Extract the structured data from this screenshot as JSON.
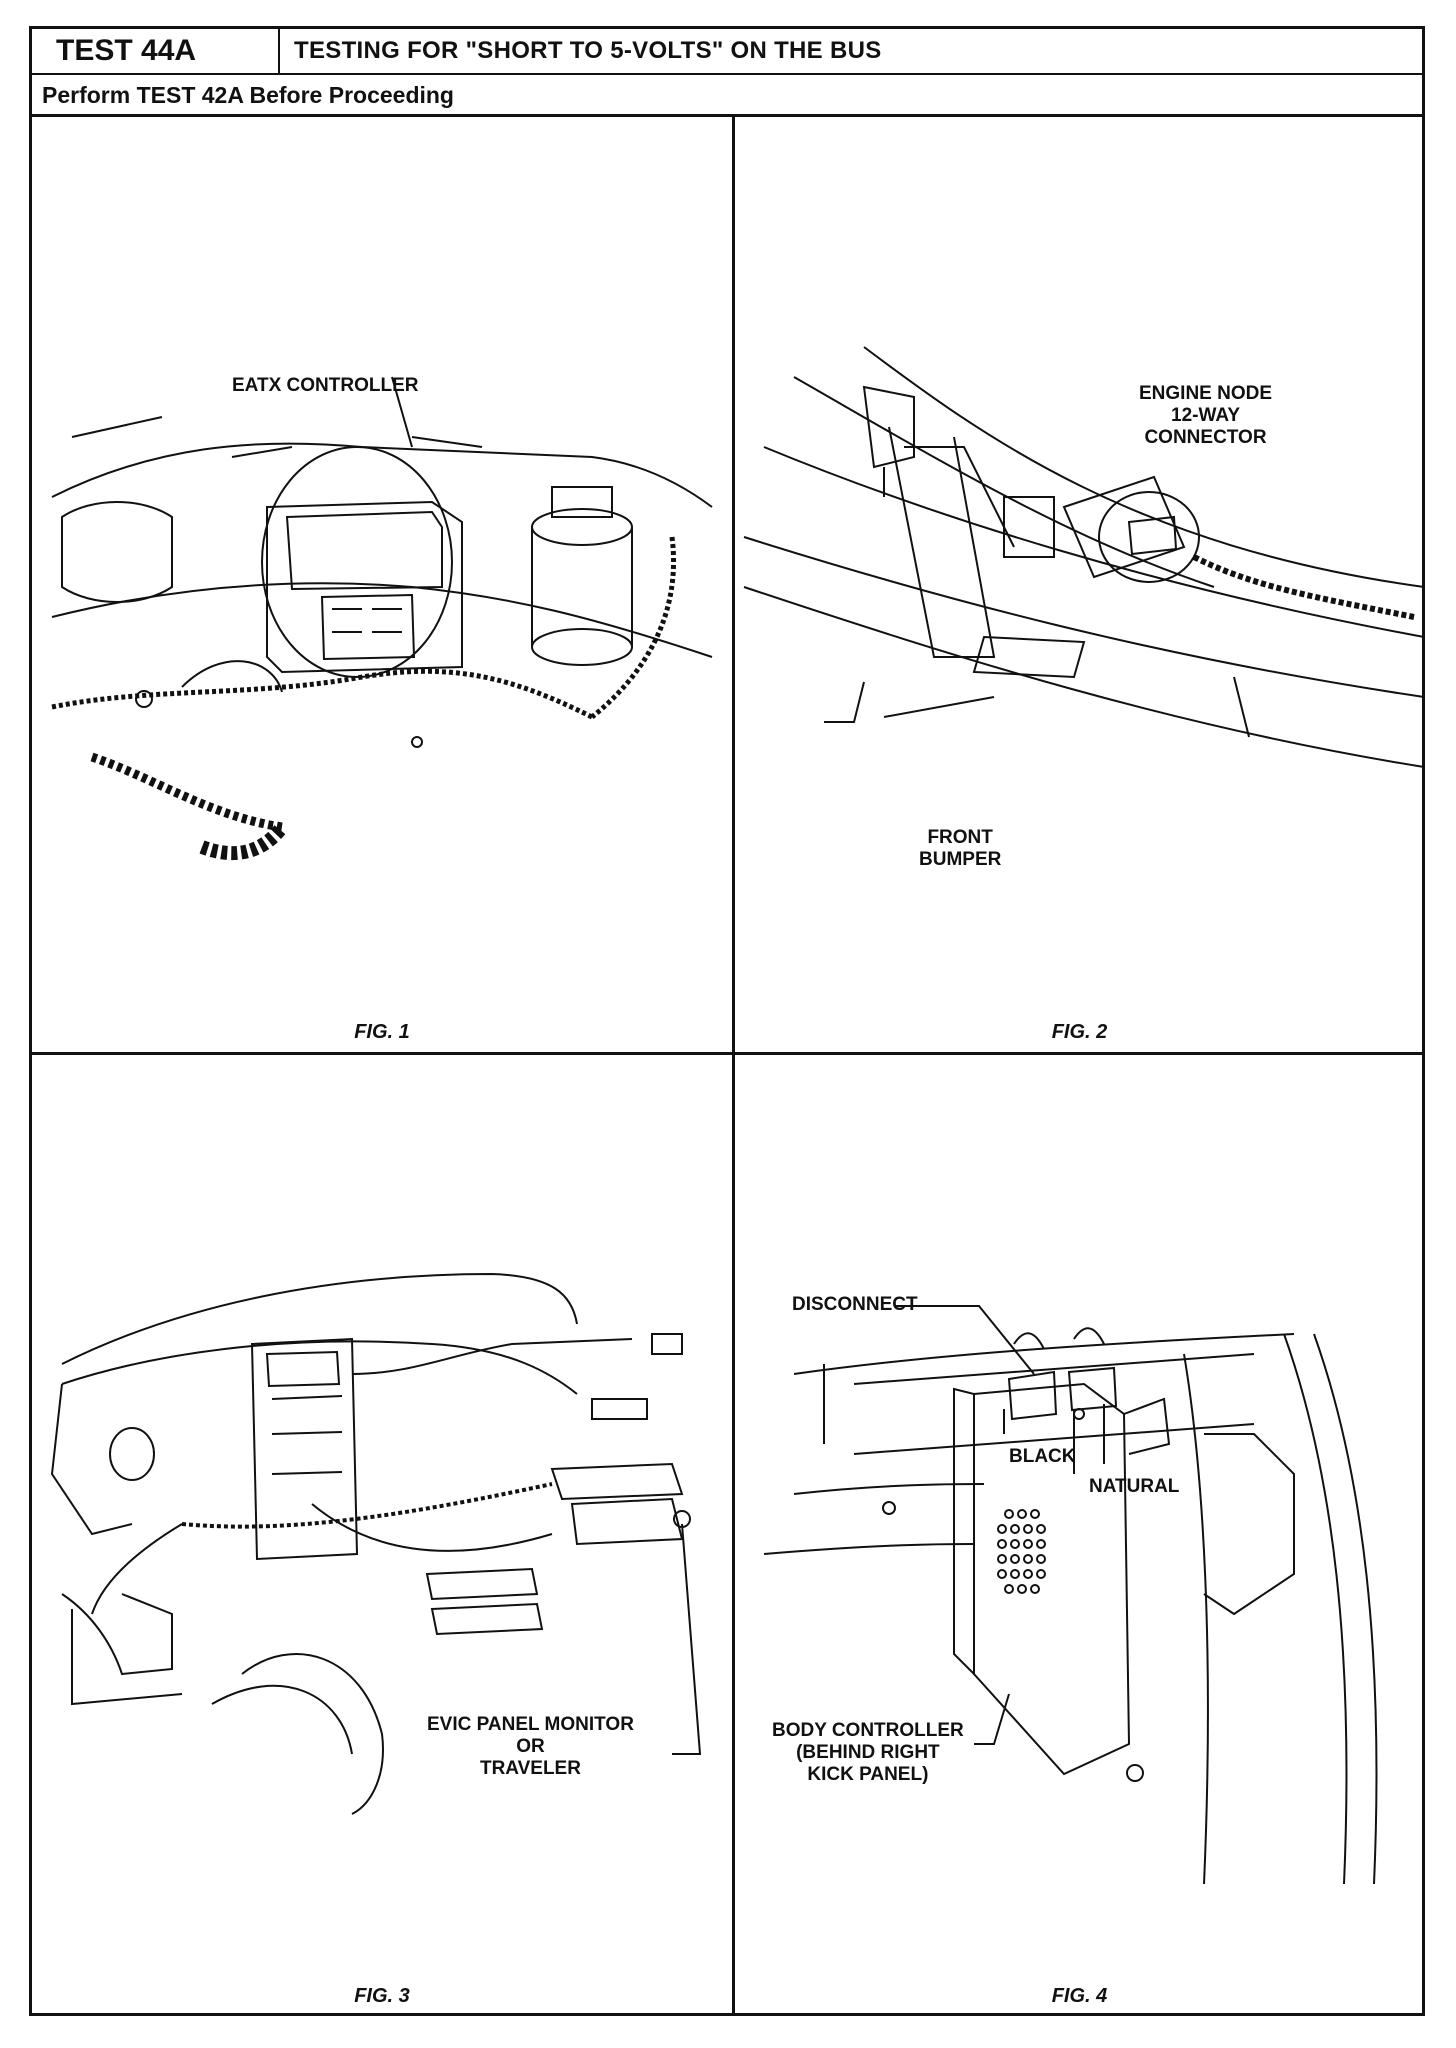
{
  "header": {
    "test_id": "TEST 44A",
    "title": "TESTING FOR \"SHORT TO 5-VOLTS\" ON THE BUS",
    "prerequisite": "Perform TEST 42A Before Proceeding"
  },
  "figures": [
    {
      "caption": "FIG. 1",
      "callouts": [
        "EATX CONTROLLER"
      ]
    },
    {
      "caption": "FIG. 2",
      "callouts": [
        "ENGINE NODE\n12-WAY\nCONNECTOR",
        "FRONT\nBUMPER"
      ]
    },
    {
      "caption": "FIG. 3",
      "callouts": [
        "EVIC PANEL MONITOR\nOR\nTRAVELER"
      ]
    },
    {
      "caption": "FIG. 4",
      "callouts": [
        "DISCONNECT",
        "BLACK",
        "NATURAL",
        "BODY CONTROLLER\n(BEHIND RIGHT\nKICK PANEL)"
      ]
    }
  ]
}
